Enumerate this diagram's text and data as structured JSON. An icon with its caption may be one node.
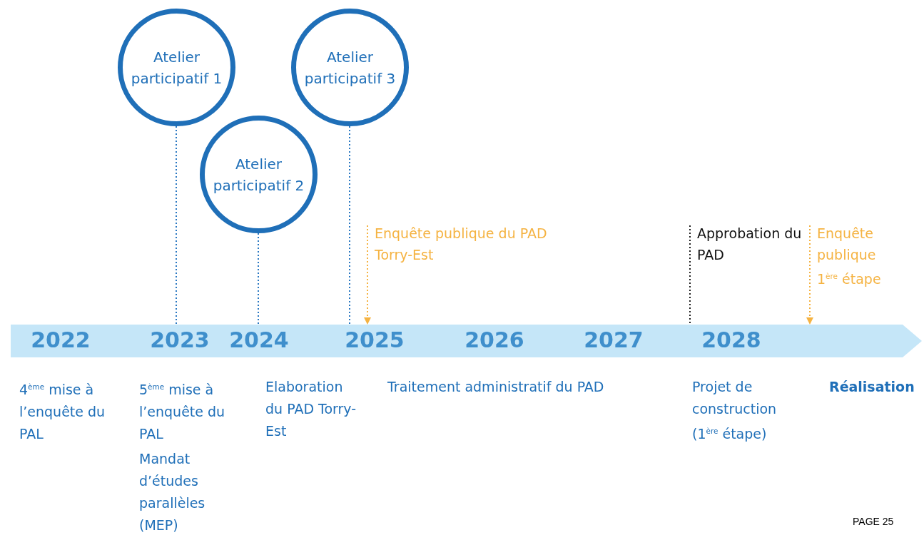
{
  "diagram": {
    "nodes": [
      {
        "text": [
          "Atelier participatif 1"
        ]
      },
      {
        "text": [
          "Atelier participatif 2"
        ]
      },
      {
        "text": [
          "Atelier participatif 3"
        ]
      },
      {
        "text": [
          "Enquête publique du PAD Torry-Est"
        ]
      },
      {
        "text": [
          "Approbation du PAD"
        ]
      },
      {
        "text": [
          "Enquête publique 1$^{ère}$ étape"
        ]
      },
      {
        "text": [
          "2022",
          "2023",
          "2024",
          "2025",
          "2026",
          "2027",
          "2028"
        ]
      }
    ],
    "edges": [
      {
        "from": 0,
        "to": 6,
        "arrow": "none",
        "style": "dashed",
        "color": "#2a78c2"
      },
      {
        "from": 1,
        "to": 6,
        "arrow": "none",
        "style": "dashed",
        "color": "#2a78c2"
      },
      {
        "from": 2,
        "to": 6,
        "arrow": "none",
        "style": "dashed",
        "color": "#2a78c2"
      },
      {
        "from": 3,
        "to": 6,
        "arrow": "to",
        "style": "dashed",
        "color": "#f5b342"
      },
      {
        "from": 4,
        "to": 6,
        "arrow": "none",
        "style": "dashed",
        "color": "#222222"
      },
      {
        "from": 5,
        "to": 6,
        "arrow": "to",
        "style": "dashed",
        "color": "#f5b342"
      }
    ],
    "labels": [
      "4$^{ème}$ mise à l’enquête du PAL",
      "5$^{ème}$ mise à l’enquête du PAL",
      "Elaboration du PAD Torry-Est",
      "Traitement administratif du PAD",
      "Projet de construction (1$^{ère}$ étape)",
      "Réalisation",
      "Mandat d’études parallèles (MEP)",
      "PAGE 25"
    ]
  }
}
